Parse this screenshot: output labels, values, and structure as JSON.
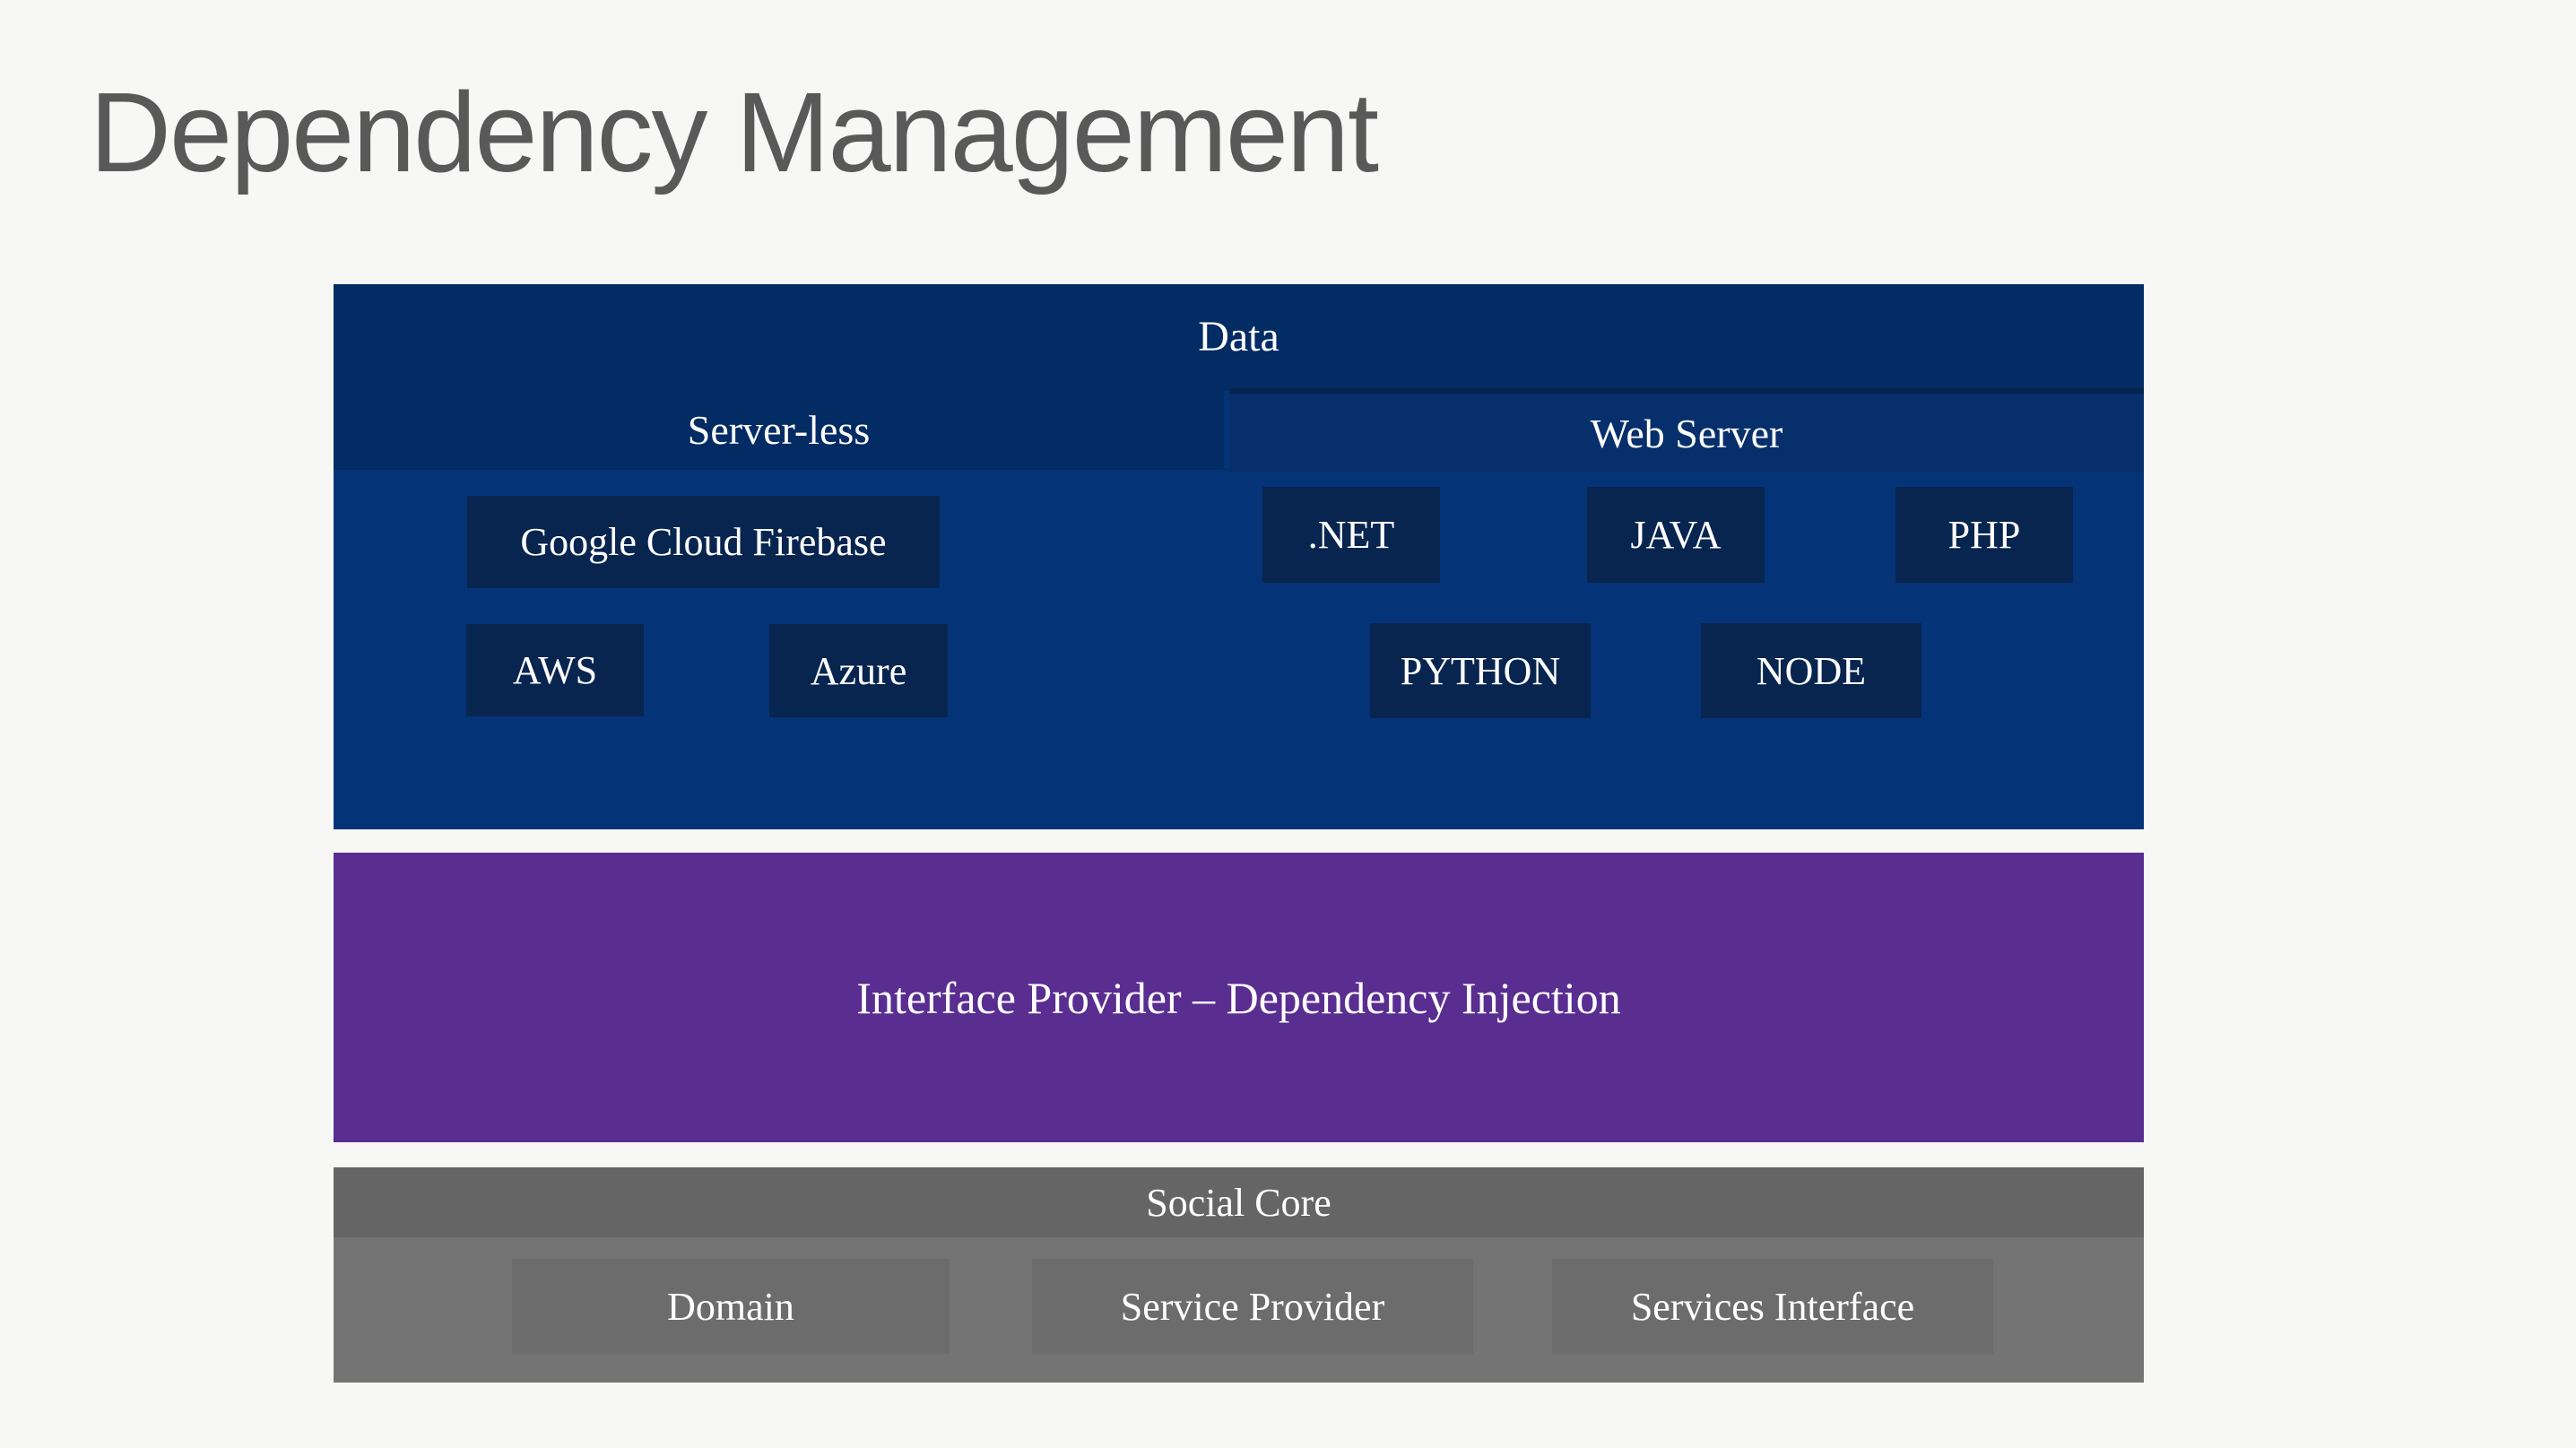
{
  "title": "Dependency Management",
  "colors": {
    "background": "#F7F7F6",
    "title_text": "#595959",
    "navy_header_band": "#032B64",
    "navy_body": "#053378",
    "navy_sub_box": "#082550",
    "webserver_cell": "#062F6B",
    "purple_block": "#5A2D91",
    "gray_header_band": "#666565",
    "gray_body": "#747474",
    "gray_sub_box": "#6C6C6C",
    "block_text": "#FFFFFF"
  },
  "data_block": {
    "header": "Data",
    "groups": [
      {
        "label": "Server-less",
        "row1": [
          "Google Cloud Firebase"
        ],
        "row2": [
          "AWS",
          "Azure"
        ]
      },
      {
        "label": "Web Server",
        "row1": [
          ".NET",
          "JAVA",
          "PHP"
        ],
        "row2": [
          "PYTHON",
          "NODE"
        ]
      }
    ]
  },
  "middle_block": {
    "label": "Interface Provider – Dependency Injection"
  },
  "social_block": {
    "header": "Social Core",
    "boxes": [
      "Domain",
      "Service Provider",
      "Services Interface"
    ]
  }
}
